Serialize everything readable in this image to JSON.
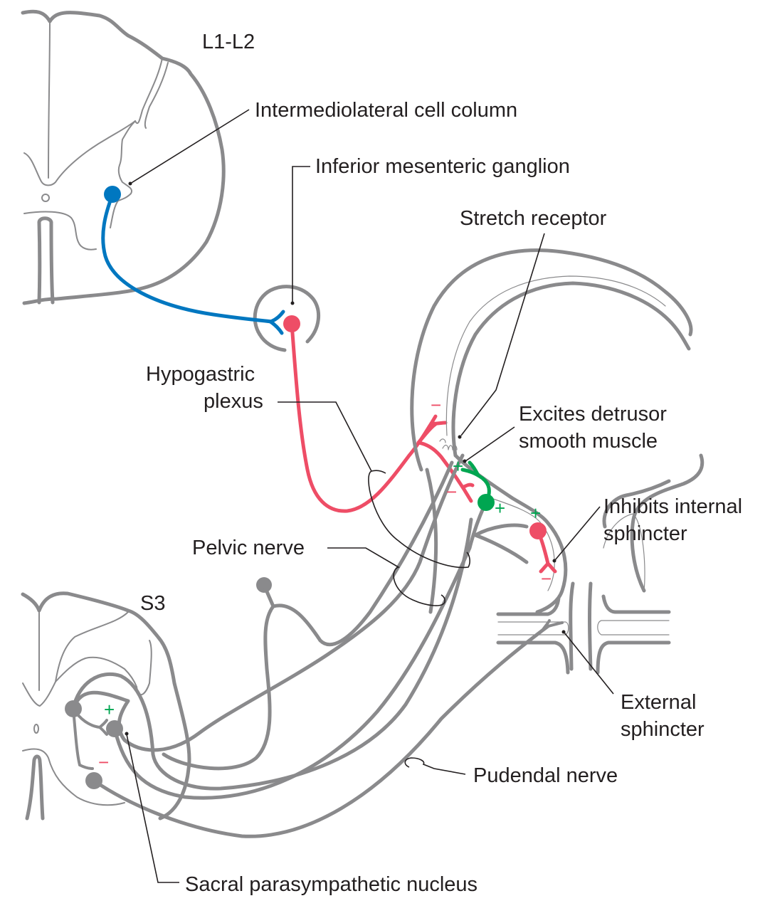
{
  "colors": {
    "sympathetic_preganglionic": "#0077c0",
    "sympathetic_postganglionic": "#ee4d66",
    "parasympathetic": "#00a651",
    "somatic_and_anatomy": "#8a8a8c",
    "label_text": "#231f20",
    "excitatory_sign": "#00a651",
    "inhibitory_sign": "#ee4d66"
  },
  "regions": {
    "upper_cord_level": "L1-L2",
    "lower_cord_level": "S3"
  },
  "labels": {
    "intermediolateral": "Intermediolateral cell column",
    "inferior_mesenteric": "Inferior mesenteric ganglion",
    "stretch_receptor": "Stretch receptor",
    "hypogastric_line1": "Hypogastric",
    "hypogastric_line2": "plexus",
    "excites_line1": "Excites detrusor",
    "excites_line2": "smooth muscle",
    "inhibits_line1": "Inhibits internal",
    "inhibits_line2": "sphincter",
    "pelvic_nerve": "Pelvic nerve",
    "external_line1": "External",
    "external_line2": "sphincter",
    "pudendal_nerve": "Pudendal nerve",
    "sacral_nucleus": "Sacral parasympathetic nucleus"
  },
  "signs": {
    "plus": "+",
    "minus": "−"
  }
}
